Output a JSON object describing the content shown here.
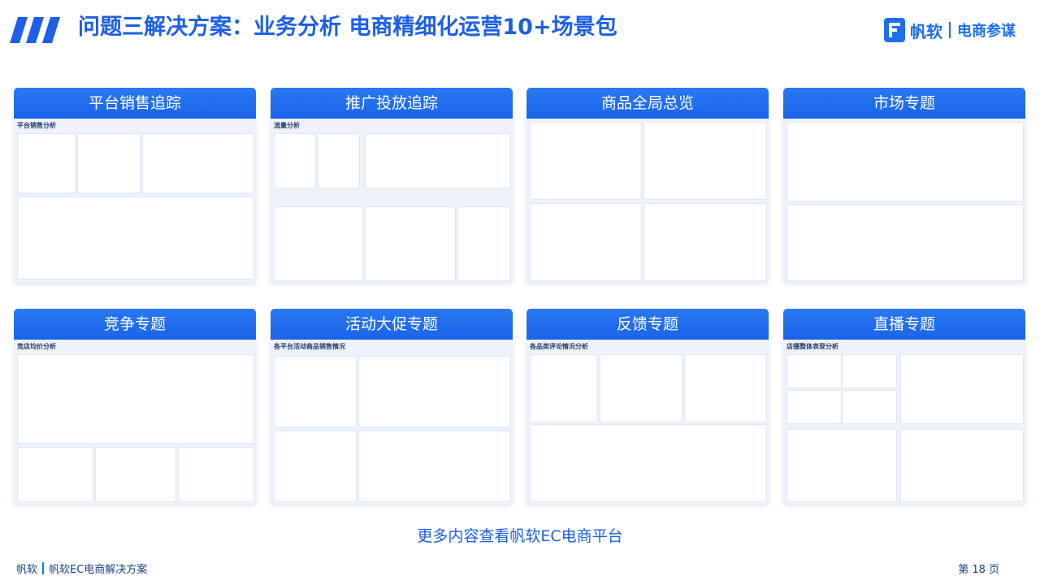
{
  "page": {
    "title": "问题三解决方案：业务分析 电商精细化运营10+场景包"
  },
  "brand": {
    "name": "帆软",
    "sub": "电商参谋"
  },
  "cards": [
    {
      "title": "平台销售追踪",
      "subtitle": "平台销售分析"
    },
    {
      "title": "推广投放追踪",
      "subtitle": "流量分析"
    },
    {
      "title": "商品全局总览",
      "subtitle": ""
    },
    {
      "title": "市场专题",
      "subtitle": ""
    },
    {
      "title": "竞争专题",
      "subtitle": "竞店均价分析"
    },
    {
      "title": "活动大促专题",
      "subtitle": "各平台活动商品销售情况"
    },
    {
      "title": "反馈专题",
      "subtitle": "各品类评论情况分析"
    },
    {
      "title": "直播专题",
      "subtitle": "店播整体表现分析"
    }
  ],
  "footer": {
    "cta": "更多内容查看帆软EC电商平台",
    "left_brand": "帆软",
    "left_text": "帆软EC电商解决方案",
    "page_label": "第 18 页"
  },
  "colors": {
    "accent": "#1d5fe6",
    "header_bg": "#1a64ea"
  }
}
